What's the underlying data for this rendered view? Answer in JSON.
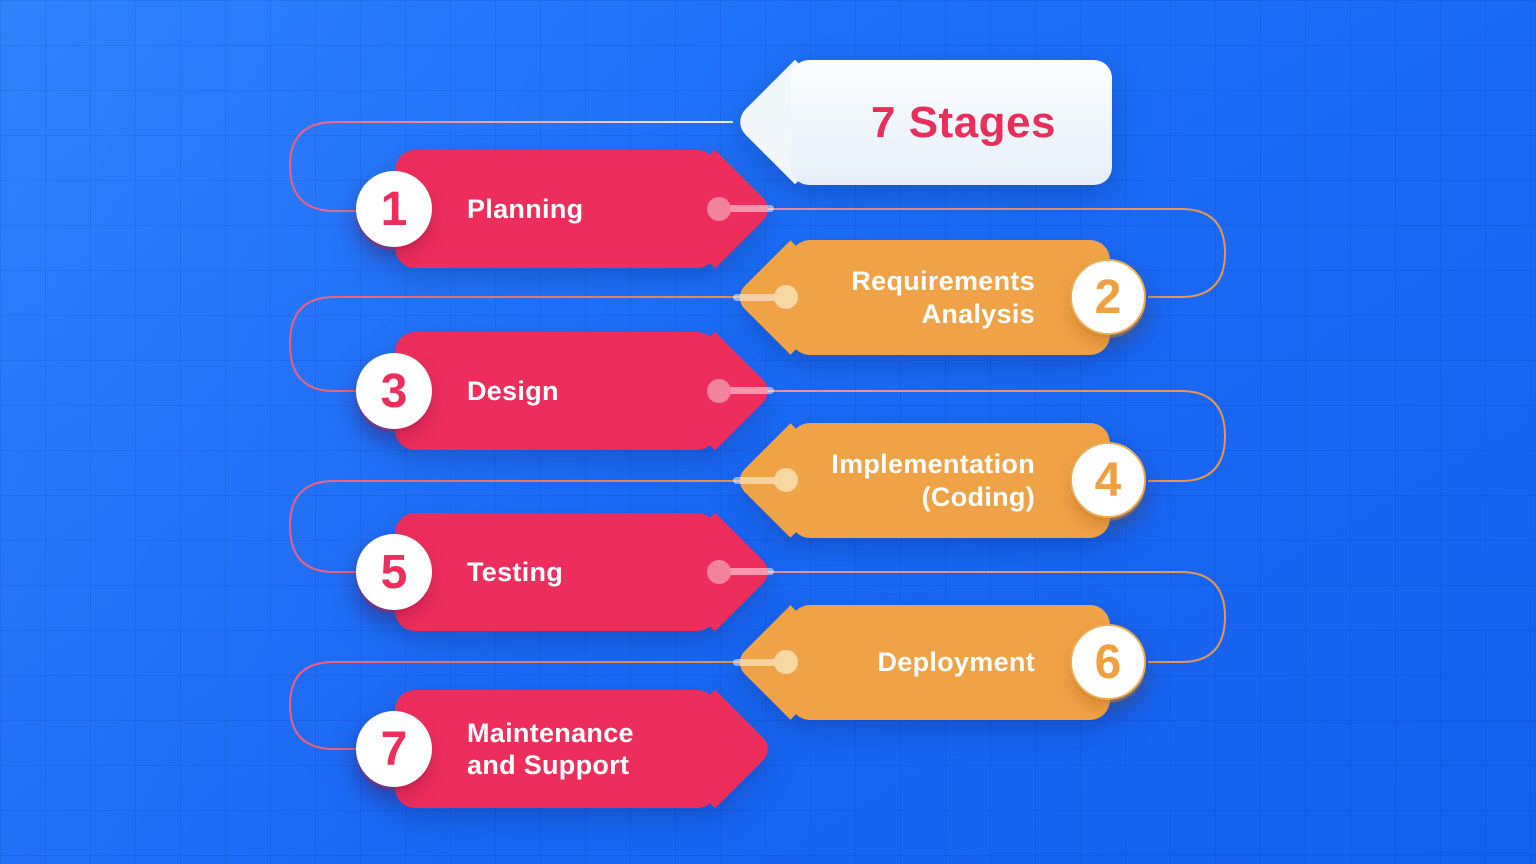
{
  "banner": {
    "title": "7 Stages"
  },
  "stages": [
    {
      "number": "1",
      "lines": [
        "Planning"
      ],
      "side": "left",
      "accent": "#ED2E5C"
    },
    {
      "number": "2",
      "lines": [
        "Requirements",
        "Analysis"
      ],
      "side": "right",
      "accent": "#F0A246"
    },
    {
      "number": "3",
      "lines": [
        "Design"
      ],
      "side": "left",
      "accent": "#ED2E5C"
    },
    {
      "number": "4",
      "lines": [
        "Implementation",
        "(Coding)"
      ],
      "side": "right",
      "accent": "#F0A246"
    },
    {
      "number": "5",
      "lines": [
        "Testing"
      ],
      "side": "left",
      "accent": "#ED2E5C"
    },
    {
      "number": "6",
      "lines": [
        "Deployment"
      ],
      "side": "right",
      "accent": "#F0A246"
    },
    {
      "number": "7",
      "lines": [
        "Maintenance",
        "and Support"
      ],
      "side": "left",
      "accent": "#ED2E5C"
    }
  ],
  "colors": {
    "background": "#1A68F4",
    "pink": "#ED2E5C",
    "orange": "#F0A246",
    "banner_text": "#E82F5B",
    "label_text": "#FFFFFF",
    "connector_pink": "#EE5E80",
    "connector_orange": "#E8964B"
  }
}
